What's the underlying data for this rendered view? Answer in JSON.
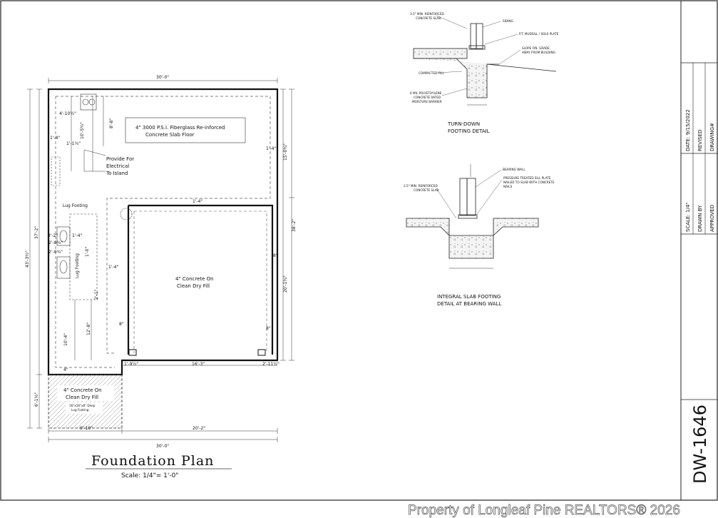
{
  "plan": {
    "title": "Foundation Plan",
    "scale": "Scale: 1/4\"= 1'-0\"",
    "slab_floor_note": [
      "4\" 3000 P.S.I. Fiberglass Re-inforced",
      "Concrete Slab Floor"
    ],
    "electrical_note": [
      "Provide For",
      "Electrical",
      "To Island"
    ],
    "garage_slab_note": [
      "4\" Concrete On",
      "Clean Dry Fill"
    ],
    "porch_slab_note": [
      "4\" Concrete On",
      "Clean Dry Fill"
    ],
    "lug_note": [
      "16\"x16\"x8\" Deep",
      "Lug Footing"
    ],
    "lug_footing_label": "Lug Footing",
    "lug_footing_vertical": "Lug Footing",
    "dims": {
      "top": "30'-0\"",
      "bottom": "30'-0\"",
      "bottom_left": "9'-10\"",
      "bottom_right": "20'-2\"",
      "left_outer": "43'-3½\"",
      "left_inner": "37'-2\"",
      "left_porch": "6'-1½\"",
      "right_outer": "38'-2\"",
      "right_upper": "15'-0¾\"",
      "right_lower": "20'-1¼\"",
      "d1": "4'-10½\"",
      "d2": "10'-5¾\"",
      "d3": "8'-8\"",
      "d4": "1'-4\"",
      "d5": "1'-1¾\"",
      "d6": "1'-4\"",
      "d7": "1'-4\"",
      "d8": "3'-2\"",
      "d9": "1'-4\"",
      "d10": "2'-0¾\"",
      "d11": "2'-0¾\"",
      "d12": "1'-0\"",
      "d13": "2'-1\"",
      "d14": "1'-4\"",
      "d15": "10'-4\"",
      "d16": "12'-8\"",
      "d17": "8\"",
      "d18": "8\"",
      "d19": "8\"",
      "d20": "1'-9½\"",
      "d21": "16'-3\"",
      "d22": "2'-11½\"",
      "d23": "4\""
    }
  },
  "detail_turndown": {
    "title": [
      "TURN-DOWN",
      "FOOTING DETAIL"
    ],
    "labels": {
      "slab": [
        "3.5\" MIN. REINFORCED",
        "CONCRETE SLAB"
      ],
      "siding": "SIDING",
      "sill": "P.T. MUDSILL / SOLE PLATE",
      "grade": [
        "SLOPE FIN. GRADE",
        "AWAY FROM BUILDING"
      ],
      "fill": "COMPACTED FILL",
      "barrier": [
        "6 MIL POLYETHYLENE",
        "CONCRETE RATED",
        "MOISTURE BARRIER"
      ]
    }
  },
  "detail_integral": {
    "title": [
      "INTEGRAL SLAB FOOTING",
      "DETAIL AT BEARING WALL"
    ],
    "labels": {
      "wall": "BEARING WALL",
      "plate": [
        "PRESSURE TREATED SILL PLATE",
        "NAILED TO SLAB WITH CONCRETE",
        "NAILS"
      ],
      "slab": [
        "3.5\" MIN. REINFORCED",
        "CONCRETE SLAB"
      ]
    }
  },
  "title_block": {
    "date": "DATE: 9/15/2022",
    "revised": "REVISED",
    "drawing": "DRAWING#",
    "scale": "SCALE: 1/4\"",
    "drawn_by": "DRAWN BY",
    "approved": "APPROVED",
    "drawing_number": "DW-1646"
  },
  "watermark": "Property of Longleaf Pine REALTORS® 2026"
}
